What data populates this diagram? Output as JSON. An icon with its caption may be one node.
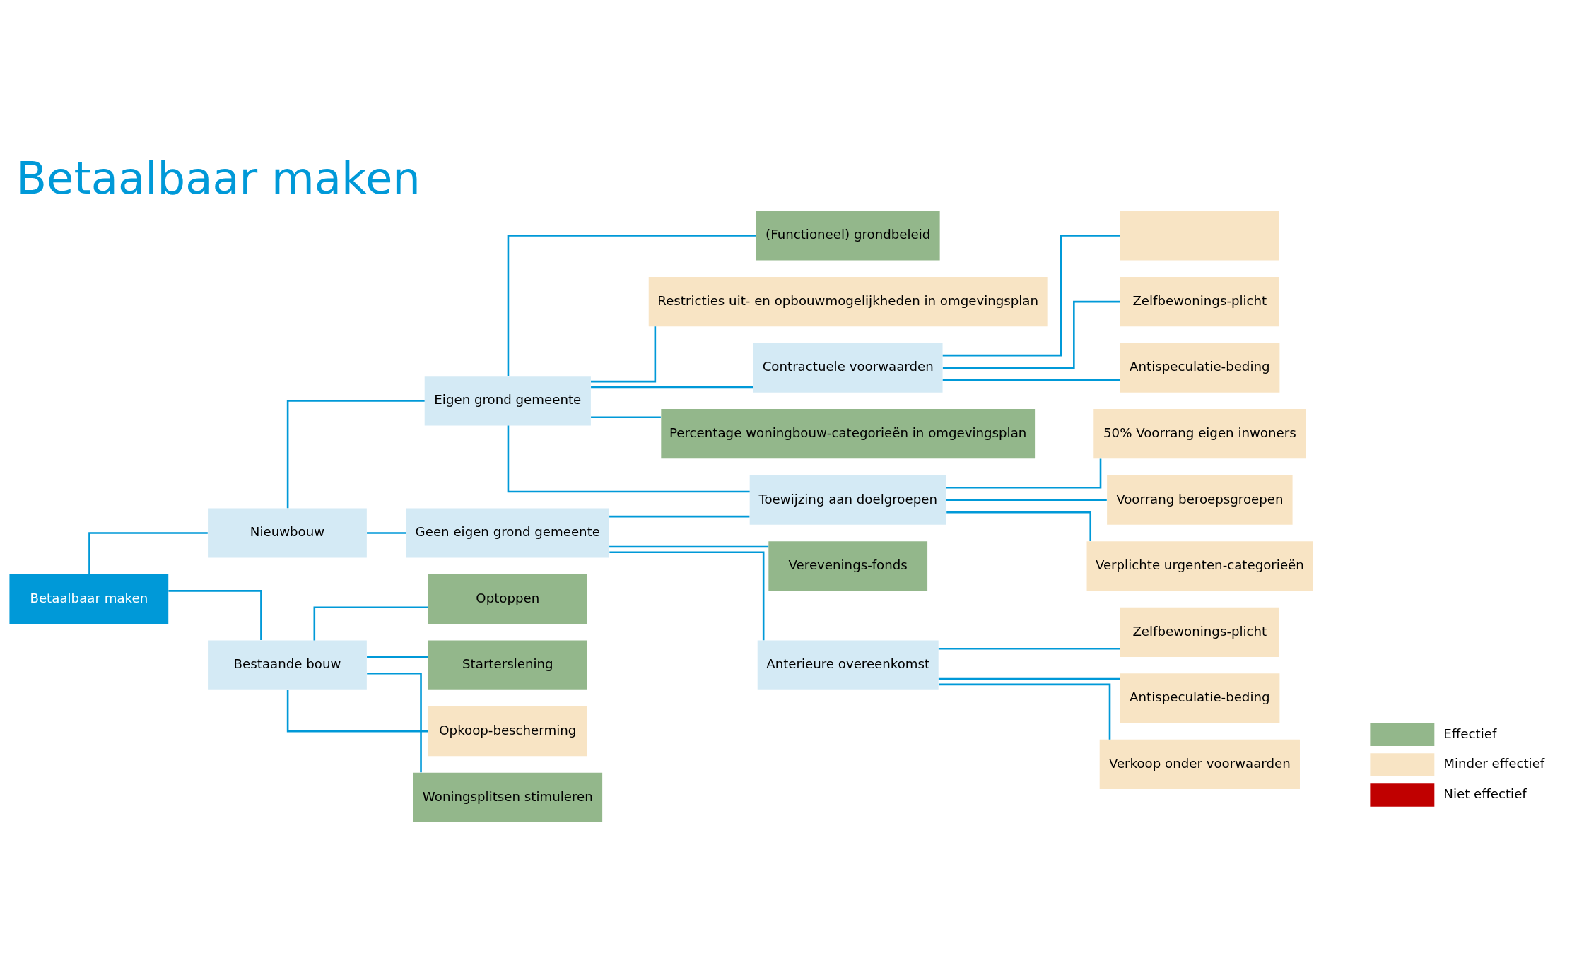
{
  "diagram": {
    "title": "Betaalbaar maken",
    "nodes": [
      {
        "text": [
          "Betaalbaar maken"
        ]
      },
      {
        "text": [
          "Nieuwbouw"
        ]
      },
      {
        "text": [
          "Bestaande bouw"
        ]
      },
      {
        "text": [
          "Eigen grond gemeente"
        ]
      },
      {
        "text": [
          "Geen eigen grond gemeente"
        ]
      },
      {
        "text": [
          "(Functioneel) grondbeleid"
        ]
      },
      {
        "text": [
          "Restricties uit- en opbouwmogelijkheden in omgevingsplan"
        ]
      },
      {
        "text": [
          "Contractuele voorwaarden"
        ]
      },
      {
        "text": [
          "Percentage woningbouw-categorieën in omgevingsplan"
        ]
      },
      {
        "text": [
          "Toewijzing aan doelgroepen"
        ]
      },
      {
        "text": [],
        "shape": "box"
      },
      {
        "text": [
          "Zelfbewonings-plicht"
        ]
      },
      {
        "text": [
          "Antispeculatie-beding"
        ]
      },
      {
        "text": [
          "50% Voorrang eigen inwoners"
        ]
      },
      {
        "text": [
          "Voorrang beroepsgroepen"
        ]
      },
      {
        "text": [
          "Verplichte urgenten-categorieën"
        ]
      },
      {
        "text": [
          "Verevenings-fonds"
        ]
      },
      {
        "text": [
          "Anterieure overeenkomst"
        ]
      },
      {
        "text": [
          "Zelfbewonings-plicht"
        ]
      },
      {
        "text": [
          "Antispeculatie-beding"
        ]
      },
      {
        "text": [
          "Verkoop onder voorwaarden"
        ]
      },
      {
        "text": [
          "Optoppen"
        ]
      },
      {
        "text": [
          "Starterslening"
        ]
      },
      {
        "text": [
          "Opkoop-bescherming"
        ]
      },
      {
        "text": [
          "Woningsplitsen stimuleren"
        ]
      }
    ],
    "edges": [
      {
        "from": 0,
        "to": 1,
        "arrow": "none"
      },
      {
        "from": 0,
        "to": 2,
        "arrow": "none"
      },
      {
        "from": 1,
        "to": 3,
        "arrow": "none"
      },
      {
        "from": 1,
        "to": 4,
        "arrow": "none"
      },
      {
        "from": 3,
        "to": 5,
        "arrow": "none"
      },
      {
        "from": 3,
        "to": 6,
        "arrow": "none"
      },
      {
        "from": 3,
        "to": 7,
        "arrow": "none"
      },
      {
        "from": 3,
        "to": 8,
        "arrow": "none"
      },
      {
        "from": 3,
        "to": 9,
        "arrow": "none"
      },
      {
        "from": 4,
        "to": 9,
        "arrow": "none"
      },
      {
        "from": 4,
        "to": 16,
        "arrow": "none"
      },
      {
        "from": 4,
        "to": 17,
        "arrow": "none"
      },
      {
        "from": 7,
        "to": 10,
        "arrow": "none"
      },
      {
        "from": 7,
        "to": 11,
        "arrow": "none"
      },
      {
        "from": 7,
        "to": 12,
        "arrow": "none"
      },
      {
        "from": 9,
        "to": 13,
        "arrow": "none"
      },
      {
        "from": 9,
        "to": 14,
        "arrow": "none"
      },
      {
        "from": 9,
        "to": 15,
        "arrow": "none"
      },
      {
        "from": 17,
        "to": 18,
        "arrow": "none"
      },
      {
        "from": 17,
        "to": 19,
        "arrow": "none"
      },
      {
        "from": 17,
        "to": 20,
        "arrow": "none"
      },
      {
        "from": 2,
        "to": 21,
        "arrow": "none"
      },
      {
        "from": 2,
        "to": 22,
        "arrow": "none"
      },
      {
        "from": 2,
        "to": 23,
        "arrow": "none"
      },
      {
        "from": 2,
        "to": 24,
        "arrow": "none"
      }
    ],
    "legend": [
      {
        "text": "Effectief",
        "color": "#93b78b"
      },
      {
        "text": "Minder effectief",
        "color": "#f8e4c4"
      },
      {
        "text": "Niet effectief",
        "color": "#c00000"
      }
    ]
  }
}
